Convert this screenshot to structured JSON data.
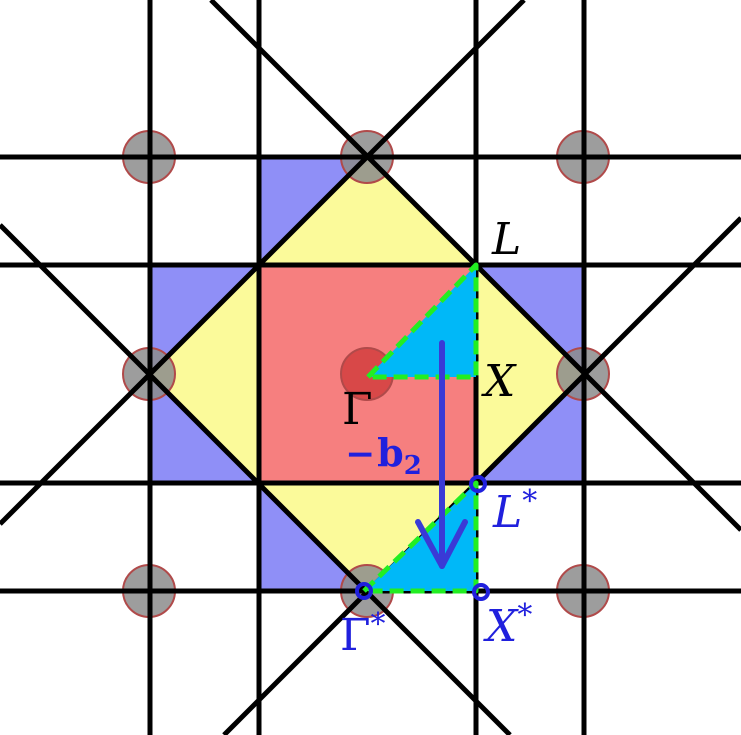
{
  "colors": {
    "background": "#ffffff",
    "zone_outer": "#8f8ff7",
    "zone_middle": "#fbfa9a",
    "zone_inner": "#f67f7f",
    "wedge_fill": "#00b8f8",
    "wedge_outline": "#22ee22",
    "lattice_point": "#8c8c8c",
    "lattice_point_ring": "#b04a4a",
    "origin_point": "#d84848",
    "lines": "#000000",
    "translated_labels": "#2020dd",
    "arrow": "#3a3ad6"
  },
  "labels": {
    "L": "L",
    "X": "X",
    "Gamma": "Γ",
    "L_star": "L",
    "X_star": "X",
    "Gamma_star": "Γ",
    "star": "*",
    "minus_b2_sign": "−",
    "minus_b2_vec": "b",
    "minus_b2_sub": "2"
  },
  "icons": {
    "reciprocal_lattice_point": "circle",
    "translation_arrow": "arrow-down"
  }
}
